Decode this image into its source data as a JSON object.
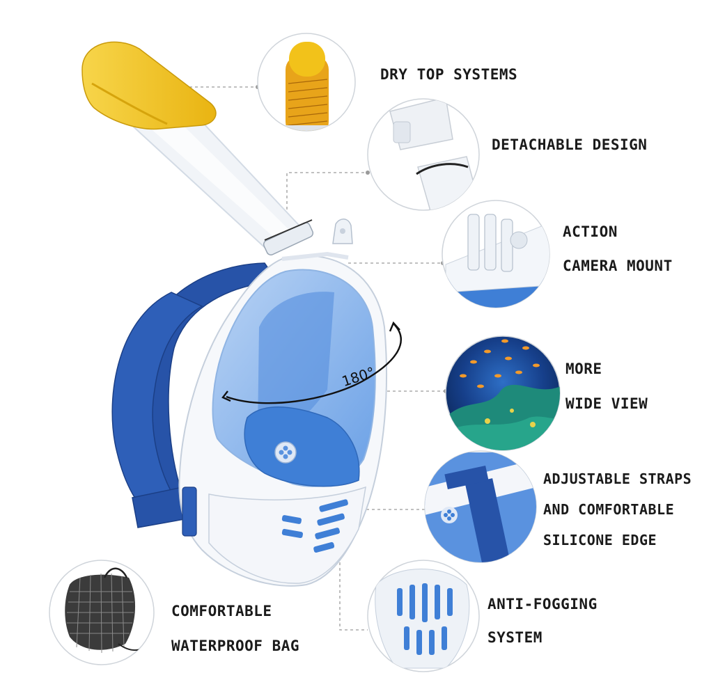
{
  "features": {
    "dry_top": {
      "line1": "DRY TOP SYSTEMS"
    },
    "detachable": {
      "line1": "DETACHABLE DESIGN"
    },
    "camera_mount": {
      "line1": "ACTION",
      "line2": "CAMERA MOUNT"
    },
    "wide_view": {
      "line1": "MORE",
      "line2": "WIDE VIEW"
    },
    "straps": {
      "line1": "ADJUSTABLE STRAPS",
      "line2": "AND COMFORTABLE",
      "line3": "SILICONE EDGE"
    },
    "anti_fog": {
      "line1": "ANTI-FOGGING",
      "line2": "SYSTEM"
    },
    "bag": {
      "line1": "COMFORTABLE",
      "line2": "WATERPROOF BAG"
    }
  },
  "mask": {
    "view_angle_label": "180°"
  },
  "colors": {
    "mask_blue": "#3f7fd6",
    "strap_blue": "#2753a8",
    "snorkel_yellow": "#f2c21a",
    "shell_white": "#f6f8fb",
    "callout_line": "#9a9a9a"
  }
}
